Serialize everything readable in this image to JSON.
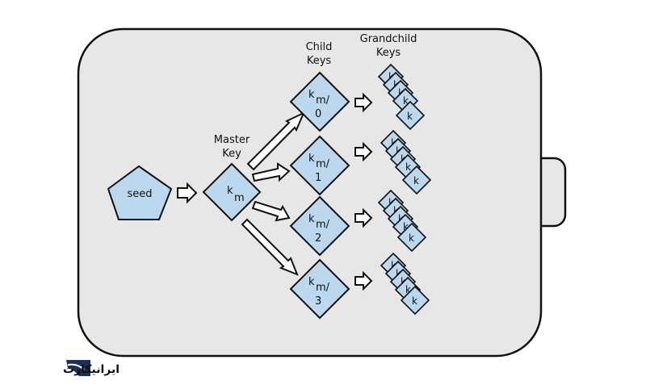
{
  "colors": {
    "wallet_fill": "#e7e7e7",
    "key_fill": "#bcd8ee",
    "stroke": "#111111",
    "watermark": "#1b2f58"
  },
  "labels": {
    "master_line1": "Master",
    "master_line2": "Key",
    "child_line1": "Child",
    "child_line2": "Keys",
    "grandchild_line1": "Grandchild",
    "grandchild_line2": "Keys"
  },
  "seed": {
    "label": "seed"
  },
  "master": {
    "main": "k",
    "sub": "m"
  },
  "children": [
    {
      "main": "k",
      "sub": "m/",
      "index": "0"
    },
    {
      "main": "k",
      "sub": "m/",
      "index": "1"
    },
    {
      "main": "k",
      "sub": "m/",
      "index": "2"
    },
    {
      "main": "k",
      "sub": "m/",
      "index": "3"
    }
  ],
  "grandchild": {
    "partial_label": "k",
    "full_label": "k"
  },
  "watermark": {
    "text": "ایرانیکارت"
  }
}
